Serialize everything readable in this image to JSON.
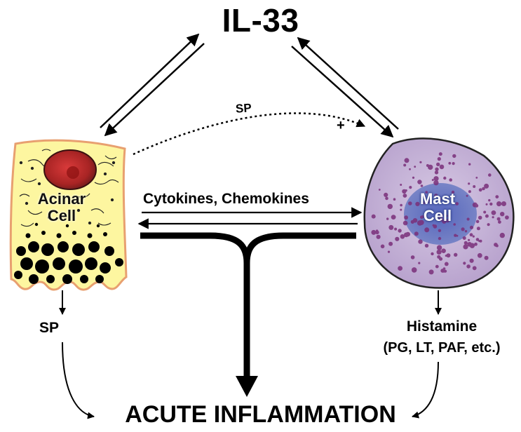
{
  "title": "IL-33",
  "arrows": {
    "sp_top": "SP",
    "sp_plus": "+",
    "cytokines": "Cytokines, Chemokines"
  },
  "cells": {
    "acinar": "Acinar\nCell",
    "mast": "Mast\nCell"
  },
  "outputs": {
    "left": "SP",
    "right_main": "Histamine",
    "right_sub": "(PG, LT, PAF, etc.)"
  },
  "result": "ACUTE INFLAMMATION",
  "colors": {
    "acinar_fill": "#fdf6a0",
    "acinar_border": "#e8a070",
    "nucleus": "#c0302a",
    "mast_fill": "#c9b7d8",
    "mast_nucleus": "#4a5cb0",
    "granule": "#7a2f7a"
  }
}
